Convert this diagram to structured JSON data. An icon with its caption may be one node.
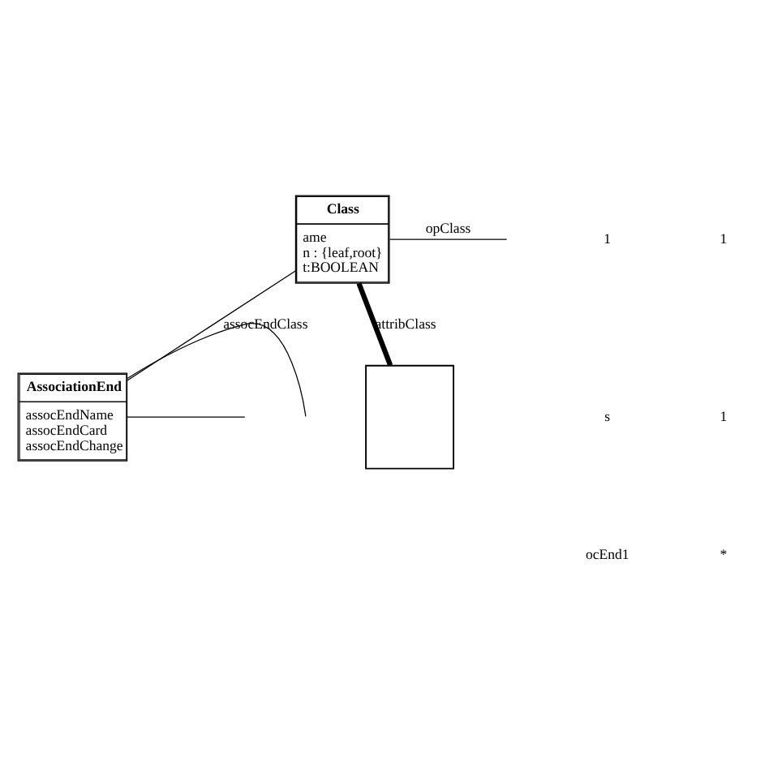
{
  "diagram": {
    "nodes": [
      {
        "text": [
          "Class",
          "ame",
          "n : {leaf,root}",
          "t:BOOLEAN"
        ]
      },
      {
        "text": [
          "AssociationEnd",
          "assocEndName",
          "assocEndCard",
          "assocEndChange"
        ]
      },
      {
        "text": [],
        "shape": "box"
      }
    ],
    "edges": [
      {
        "from": 0,
        "to": null,
        "arrow": "none",
        "label": "opClass"
      },
      {
        "from": 0,
        "to": 2,
        "arrow": "none",
        "label": "attribClass",
        "style": "thick"
      },
      {
        "from": 0,
        "to": 1,
        "arrow": "none",
        "label": "assocEndClass"
      },
      {
        "from": null,
        "to": 1,
        "arrow": "none"
      },
      {
        "from": null,
        "to": 1,
        "arrow": "none"
      }
    ],
    "labels": [
      "1",
      "1",
      "s",
      "1",
      "ocEnd1",
      "*"
    ]
  }
}
